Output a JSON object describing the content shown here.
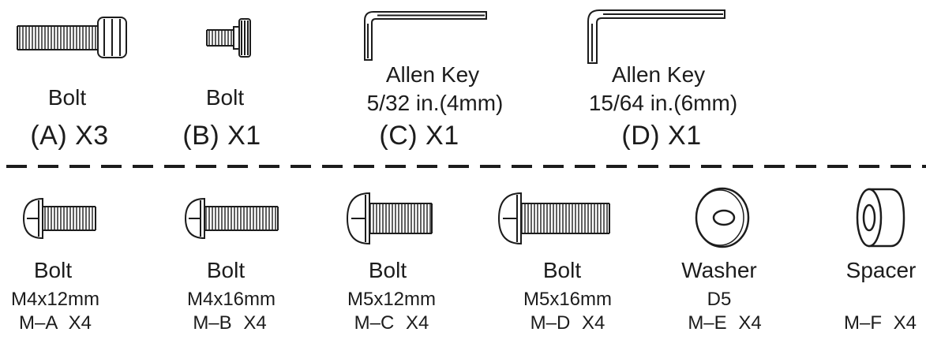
{
  "top_parts": [
    {
      "name": "Bolt",
      "qty": "(A) X3",
      "icon": "cap-screw-icon"
    },
    {
      "name": "Bolt",
      "qty": "(B) X1",
      "icon": "thumb-screw-icon"
    },
    {
      "name": "Allen Key",
      "size": "5/32 in.(4mm)",
      "qty": "(C) X1",
      "icon": "allen-key-icon"
    },
    {
      "name": "Allen Key",
      "size": "15/64 in.(6mm)",
      "qty": "(D) X1",
      "icon": "allen-key-icon"
    }
  ],
  "bottom_parts": [
    {
      "name": "Bolt",
      "size": "M4x12mm",
      "qty": "M–A  X4",
      "icon": "pan-head-screw-icon"
    },
    {
      "name": "Bolt",
      "size": "M4x16mm",
      "qty": "M–B  X4",
      "icon": "pan-head-screw-icon"
    },
    {
      "name": "Bolt",
      "size": "M5x12mm",
      "qty": "M–C  X4",
      "icon": "pan-head-screw-icon"
    },
    {
      "name": "Bolt",
      "size": "M5x16mm",
      "qty": "M–D  X4",
      "icon": "pan-head-screw-icon"
    },
    {
      "name": "Washer",
      "size": "D5",
      "qty": "M–E  X4",
      "icon": "washer-icon"
    },
    {
      "name": "Spacer",
      "size": "",
      "qty": "M–F  X4",
      "icon": "spacer-icon"
    }
  ]
}
